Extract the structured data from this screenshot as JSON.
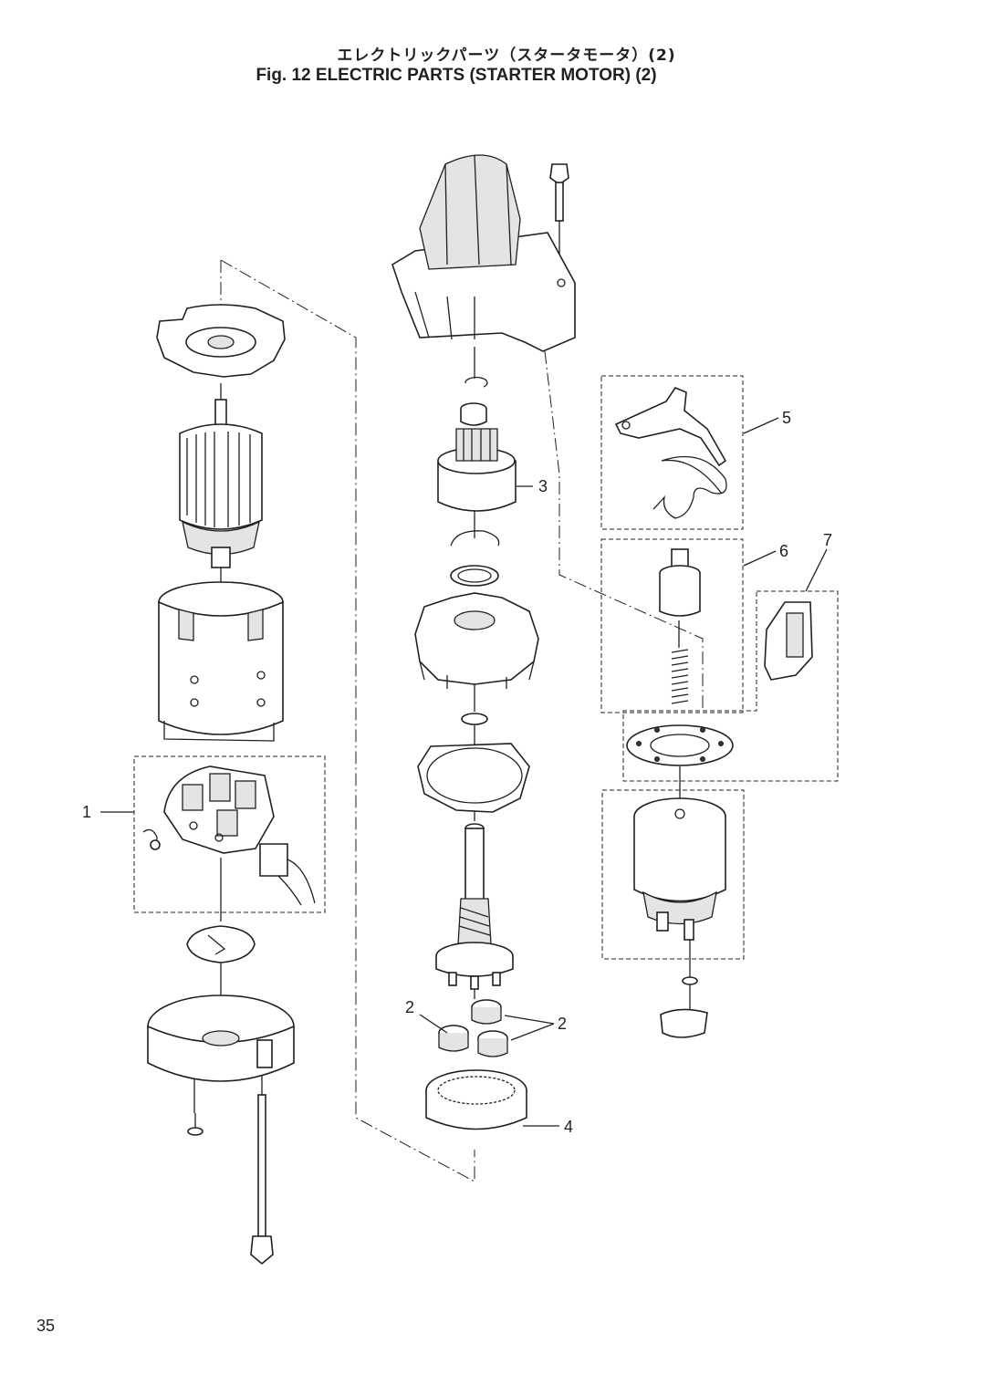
{
  "header": {
    "title_jp": "エレクトリックパーツ（スタータモータ）(2)",
    "title_en": "Fig. 12    ELECTRIC PARTS (STARTER MOTOR) (2)"
  },
  "callouts": [
    {
      "id": "1",
      "label": "1"
    },
    {
      "id": "2a",
      "label": "2"
    },
    {
      "id": "2b",
      "label": "2"
    },
    {
      "id": "3",
      "label": "3"
    },
    {
      "id": "4",
      "label": "4"
    },
    {
      "id": "5",
      "label": "5"
    },
    {
      "id": "6",
      "label": "6"
    },
    {
      "id": "7",
      "label": "7"
    }
  ],
  "footer": {
    "page_number": "35"
  }
}
